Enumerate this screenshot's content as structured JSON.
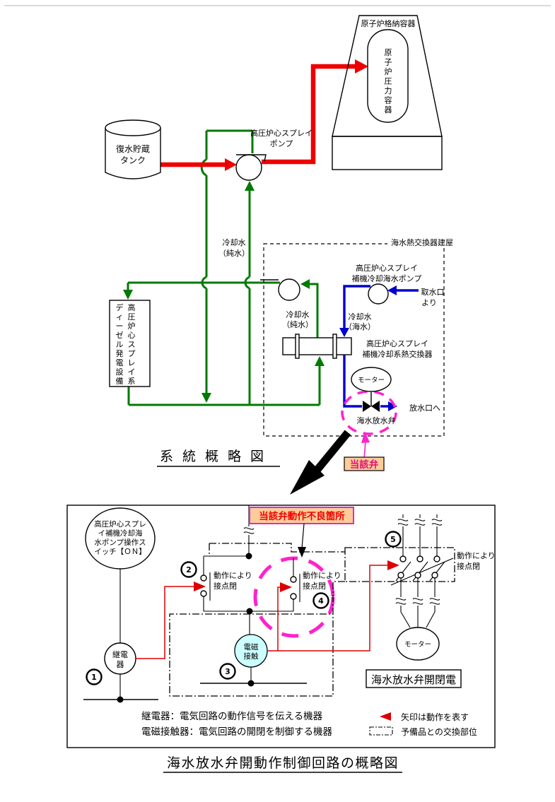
{
  "colors": {
    "green": "#007A00",
    "blue": "#0000CC",
    "red": "#EE0000",
    "redthin": "#DD0000",
    "magenta": "#FF22CC",
    "peach": "#FFCC99",
    "cyanfill": "#CCFFFF",
    "faultborder": "#CC33CC",
    "faulttext": "#EE0000",
    "valvetext": "#DD1177"
  },
  "top": {
    "containment_label": "原子炉格納容器",
    "rpv_vertical": "原子炉圧力容器",
    "tank_line1": "復水貯蔵",
    "tank_line2": "タンク",
    "pump1_line1": "高圧炉心スプレイ",
    "pump1_line2": "ポンプ",
    "coolant_pure_a1": "冷却水",
    "coolant_pure_a2": "（純水）",
    "coolant_pure_b1": "冷却水",
    "coolant_pure_b2": "（純水）",
    "coolant_sea_1": "冷却水",
    "coolant_sea_2": "（海水）",
    "building_label": "海水熱交換器建屋",
    "seawater_pump_line1": "高圧炉心スプレイ",
    "seawater_pump_line2": "補機冷却海水ポンプ",
    "intake_line1": "取水口",
    "intake_line2": "より",
    "hx_line1": "高圧炉心スプレイ",
    "hx_line2": "補機冷却系熱交換器",
    "motor_label": "モーター",
    "valve_label": "海水放水弁",
    "outfall_label": "放水口へ",
    "diesel_col_right": "高圧炉心スプレイ系",
    "diesel_col_left": "ディーゼル発電設備",
    "subject_valve_label": "当該弁",
    "title": "系統概略図"
  },
  "bottom": {
    "fault_label": "当該弁動作不良箇所",
    "switch_line1": "高圧炉心スプレ",
    "switch_line2": "イ補機冷却海",
    "switch_line3": "水ポンプ操作ス",
    "switch_line4": "イッチ【ＯＮ】",
    "relay_line1": "継電",
    "relay_line2": "器",
    "contactor_line1": "電磁",
    "contactor_line2": "接触",
    "num1": "1",
    "num2": "2",
    "num3": "3",
    "num4": "4",
    "num5": "5",
    "contact2_line1": "動作により",
    "contact2_line2": "接点閉",
    "contact4_line1": "動作により",
    "contact4_line2": "接点閉",
    "contact5_line1": "動作により",
    "contact5_line2": "接点閉",
    "motor_label": "モーター",
    "valve_motor_label": "海水放水弁開閉電",
    "legend_relay": "継電器：電気回路の動作信号を伝える機器",
    "legend_contactor": "電磁接触器：電気回路の開閉を制御する機器",
    "legend_arrow": "矢印は動作を表す",
    "legend_spare": "予備品との交換部位",
    "title": "海水放水弁開動作制御回路の概略図"
  }
}
